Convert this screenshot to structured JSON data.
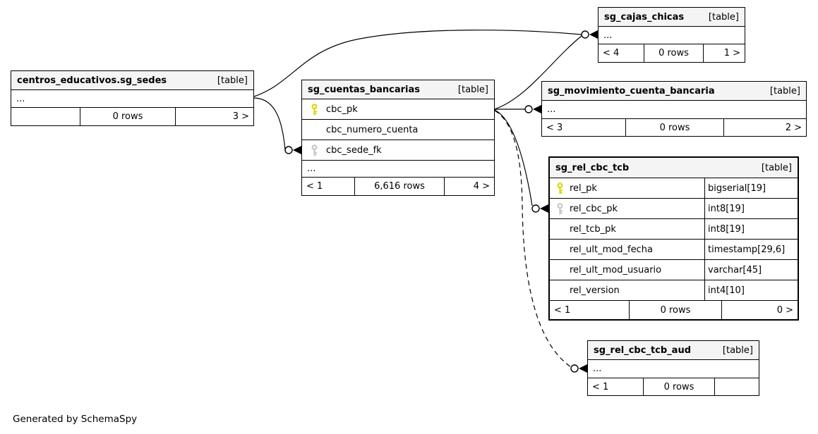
{
  "diagram": {
    "generator_note": "Generated by SchemaSpy",
    "colors": {
      "header_bg": "#f4f4f4",
      "primary_key_icon": "#d8d800",
      "foreign_key_icon": "#c6c6c6",
      "border": "#000000"
    }
  },
  "tables": [
    {
      "name": "centros_educativos.sg_sedes",
      "tag": "[table]",
      "ellipsis": "...",
      "footer": {
        "left": "",
        "center": "0 rows",
        "right": "3 >"
      }
    },
    {
      "name": "sg_cuentas_bancarias",
      "tag": "[table]",
      "columns": [
        {
          "name": "cbc_pk",
          "key": "primary"
        },
        {
          "name": "cbc_numero_cuenta",
          "key": ""
        },
        {
          "name": "cbc_sede_fk",
          "key": "foreign"
        }
      ],
      "ellipsis": "...",
      "footer": {
        "left": "< 1",
        "center": "6,616 rows",
        "right": "4 >"
      }
    },
    {
      "name": "sg_cajas_chicas",
      "tag": "[table]",
      "ellipsis": "...",
      "footer": {
        "left": "< 4",
        "center": "0 rows",
        "right": "1 >"
      }
    },
    {
      "name": "sg_movimiento_cuenta_bancaria",
      "tag": "[table]",
      "ellipsis": "...",
      "footer": {
        "left": "< 3",
        "center": "0 rows",
        "right": "2 >"
      }
    },
    {
      "name": "sg_rel_cbc_tcb",
      "tag": "[table]",
      "columns": [
        {
          "name": "rel_pk",
          "type": "bigserial[19]",
          "key": "primary"
        },
        {
          "name": "rel_cbc_pk",
          "type": "int8[19]",
          "key": "foreign"
        },
        {
          "name": "rel_tcb_pk",
          "type": "int8[19]",
          "key": ""
        },
        {
          "name": "rel_ult_mod_fecha",
          "type": "timestamp[29,6]",
          "key": ""
        },
        {
          "name": "rel_ult_mod_usuario",
          "type": "varchar[45]",
          "key": ""
        },
        {
          "name": "rel_version",
          "type": "int4[10]",
          "key": ""
        }
      ],
      "footer": {
        "left": "< 1",
        "center": "0 rows",
        "right": "0 >"
      }
    },
    {
      "name": "sg_rel_cbc_tcb_aud",
      "tag": "[table]",
      "ellipsis": "...",
      "footer": {
        "left": "< 1",
        "center": "0 rows",
        "right": ""
      }
    }
  ],
  "relationships": [
    {
      "from": "centros_educativos.sg_sedes",
      "to": "sg_cuentas_bancarias.cbc_sede_fk",
      "style": "solid"
    },
    {
      "from": "centros_educativos.sg_sedes",
      "to": "sg_cajas_chicas",
      "style": "solid"
    },
    {
      "from": "sg_cuentas_bancarias.cbc_pk",
      "to": "sg_cajas_chicas",
      "style": "solid"
    },
    {
      "from": "sg_cuentas_bancarias.cbc_pk",
      "to": "sg_movimiento_cuenta_bancaria",
      "style": "solid"
    },
    {
      "from": "sg_cuentas_bancarias.cbc_pk",
      "to": "sg_rel_cbc_tcb.rel_cbc_pk",
      "style": "solid"
    },
    {
      "from": "sg_cuentas_bancarias.cbc_pk",
      "to": "sg_rel_cbc_tcb_aud",
      "style": "dashed"
    }
  ]
}
